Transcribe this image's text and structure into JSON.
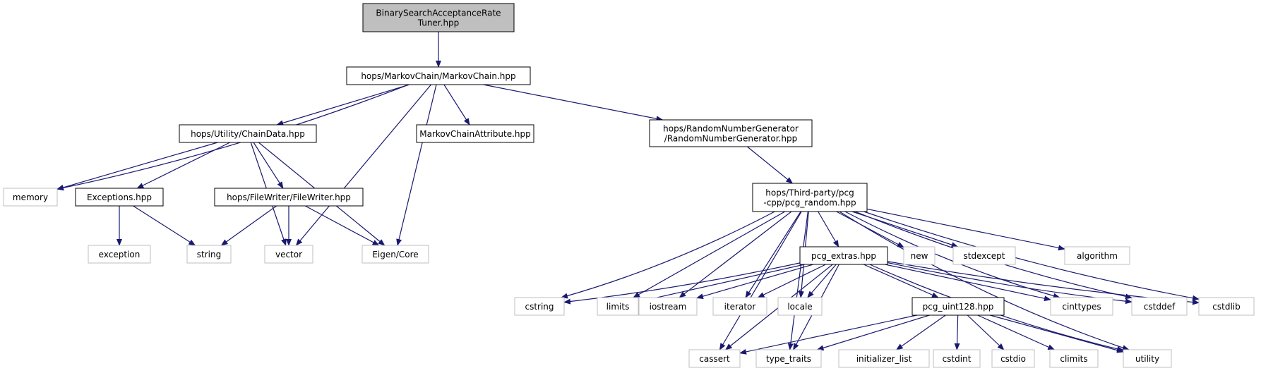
{
  "colors": {
    "edge": "#191970",
    "border_local": "#000000",
    "border_system": "#bfbfbf",
    "fill_root": "#bfbfbf",
    "fill_default": "#ffffff",
    "text": "#000000"
  },
  "nodes": [
    {
      "id": "root",
      "lines": [
        "BinarySearchAcceptanceRate",
        "Tuner.hpp"
      ],
      "kind": "root"
    },
    {
      "id": "markovchain",
      "lines": [
        "hops/MarkovChain/MarkovChain.hpp"
      ],
      "kind": "local"
    },
    {
      "id": "chaindata",
      "lines": [
        "hops/Utility/ChainData.hpp"
      ],
      "kind": "local"
    },
    {
      "id": "mcattr",
      "lines": [
        "MarkovChainAttribute.hpp"
      ],
      "kind": "local"
    },
    {
      "id": "rng",
      "lines": [
        "hops/RandomNumberGenerator",
        "/RandomNumberGenerator.hpp"
      ],
      "kind": "local"
    },
    {
      "id": "memory",
      "lines": [
        "memory"
      ],
      "kind": "system"
    },
    {
      "id": "exceptions",
      "lines": [
        "Exceptions.hpp"
      ],
      "kind": "local"
    },
    {
      "id": "filewriter",
      "lines": [
        "hops/FileWriter/FileWriter.hpp"
      ],
      "kind": "local"
    },
    {
      "id": "exception",
      "lines": [
        "exception"
      ],
      "kind": "system"
    },
    {
      "id": "string",
      "lines": [
        "string"
      ],
      "kind": "system"
    },
    {
      "id": "vector",
      "lines": [
        "vector"
      ],
      "kind": "system"
    },
    {
      "id": "eigen",
      "lines": [
        "Eigen/Core"
      ],
      "kind": "system"
    },
    {
      "id": "pcgrandom",
      "lines": [
        "hops/Third-party/pcg",
        "-cpp/pcg_random.hpp"
      ],
      "kind": "local"
    },
    {
      "id": "pcgextras",
      "lines": [
        "pcg_extras.hpp"
      ],
      "kind": "local"
    },
    {
      "id": "new",
      "lines": [
        "new"
      ],
      "kind": "system"
    },
    {
      "id": "stdexcept",
      "lines": [
        "stdexcept"
      ],
      "kind": "system"
    },
    {
      "id": "algorithm",
      "lines": [
        "algorithm"
      ],
      "kind": "system"
    },
    {
      "id": "cstring",
      "lines": [
        "cstring"
      ],
      "kind": "system"
    },
    {
      "id": "limits",
      "lines": [
        "limits"
      ],
      "kind": "system"
    },
    {
      "id": "iostream",
      "lines": [
        "iostream"
      ],
      "kind": "system"
    },
    {
      "id": "iterator",
      "lines": [
        "iterator"
      ],
      "kind": "system"
    },
    {
      "id": "locale",
      "lines": [
        "locale"
      ],
      "kind": "system"
    },
    {
      "id": "cinttypes",
      "lines": [
        "cinttypes"
      ],
      "kind": "system"
    },
    {
      "id": "cstddef",
      "lines": [
        "cstddef"
      ],
      "kind": "system"
    },
    {
      "id": "cstdlib",
      "lines": [
        "cstdlib"
      ],
      "kind": "system"
    },
    {
      "id": "pcguint128",
      "lines": [
        "pcg_uint128.hpp"
      ],
      "kind": "local"
    },
    {
      "id": "cassert",
      "lines": [
        "cassert"
      ],
      "kind": "system"
    },
    {
      "id": "typetraits",
      "lines": [
        "type_traits"
      ],
      "kind": "system"
    },
    {
      "id": "initlist",
      "lines": [
        "initializer_list"
      ],
      "kind": "system"
    },
    {
      "id": "cstdint",
      "lines": [
        "cstdint"
      ],
      "kind": "system"
    },
    {
      "id": "cstdio",
      "lines": [
        "cstdio"
      ],
      "kind": "system"
    },
    {
      "id": "climits",
      "lines": [
        "climits"
      ],
      "kind": "system"
    },
    {
      "id": "utility",
      "lines": [
        "utility"
      ],
      "kind": "system"
    }
  ],
  "edges": [
    [
      "root",
      "markovchain"
    ],
    [
      "markovchain",
      "memory"
    ],
    [
      "markovchain",
      "chaindata"
    ],
    [
      "markovchain",
      "vector"
    ],
    [
      "markovchain",
      "mcattr"
    ],
    [
      "markovchain",
      "eigen"
    ],
    [
      "markovchain",
      "rng"
    ],
    [
      "chaindata",
      "memory"
    ],
    [
      "chaindata",
      "exceptions"
    ],
    [
      "chaindata",
      "vector"
    ],
    [
      "chaindata",
      "filewriter"
    ],
    [
      "chaindata",
      "eigen"
    ],
    [
      "exceptions",
      "exception"
    ],
    [
      "exceptions",
      "string"
    ],
    [
      "filewriter",
      "string"
    ],
    [
      "filewriter",
      "vector"
    ],
    [
      "filewriter",
      "eigen"
    ],
    [
      "rng",
      "pcgrandom"
    ],
    [
      "pcgrandom",
      "cstring"
    ],
    [
      "pcgrandom",
      "limits"
    ],
    [
      "pcgrandom",
      "iostream"
    ],
    [
      "pcgrandom",
      "iterator"
    ],
    [
      "pcgrandom",
      "locale"
    ],
    [
      "pcgrandom",
      "pcgextras"
    ],
    [
      "pcgrandom",
      "new"
    ],
    [
      "pcgrandom",
      "stdexcept"
    ],
    [
      "pcgrandom",
      "algorithm"
    ],
    [
      "pcgrandom",
      "cinttypes"
    ],
    [
      "pcgrandom",
      "cstddef"
    ],
    [
      "pcgrandom",
      "cstdlib"
    ],
    [
      "pcgrandom",
      "utility"
    ],
    [
      "pcgrandom",
      "cassert"
    ],
    [
      "pcgrandom",
      "typetraits"
    ],
    [
      "pcgextras",
      "cstring"
    ],
    [
      "pcgextras",
      "limits"
    ],
    [
      "pcgextras",
      "iostream"
    ],
    [
      "pcgextras",
      "iterator"
    ],
    [
      "pcgextras",
      "locale"
    ],
    [
      "pcgextras",
      "cinttypes"
    ],
    [
      "pcgextras",
      "cstddef"
    ],
    [
      "pcgextras",
      "cstdlib"
    ],
    [
      "pcgextras",
      "pcguint128"
    ],
    [
      "pcgextras",
      "cassert"
    ],
    [
      "pcgextras",
      "typetraits"
    ],
    [
      "pcgextras",
      "utility"
    ],
    [
      "pcguint128",
      "cassert"
    ],
    [
      "pcguint128",
      "typetraits"
    ],
    [
      "pcguint128",
      "initlist"
    ],
    [
      "pcguint128",
      "cstdint"
    ],
    [
      "pcguint128",
      "cstdio"
    ],
    [
      "pcguint128",
      "climits"
    ],
    [
      "pcguint128",
      "utility"
    ]
  ]
}
